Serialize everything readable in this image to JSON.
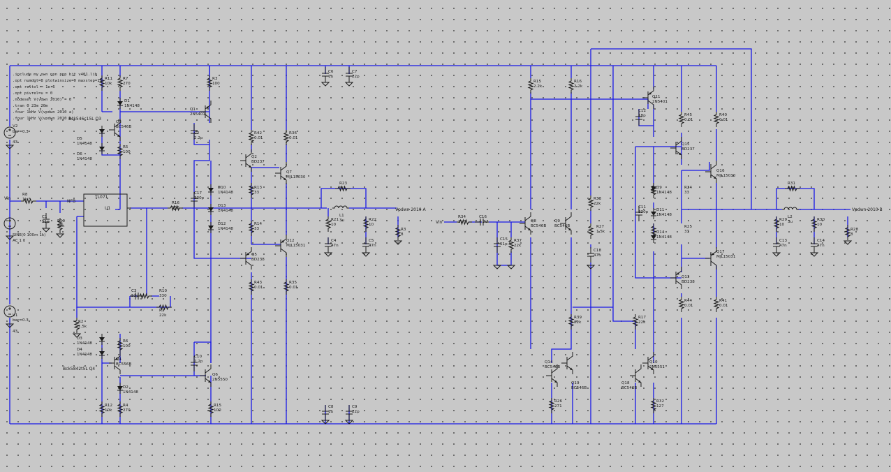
{
  "colors": {
    "background": "#c8c8c8",
    "grid_dot": "#555555",
    "wire": "#1818e6",
    "component": "#1a1a1a"
  },
  "directives": [
    ".include my own npn pnp bjt v401.lib",
    ".opt numdgt=8 plotwinsize=0 maxstep=1u",
    ".opt reltol = 1e-6",
    ".opt pivrel=u = 0",
    ".nodeset V(vdwn 2010) = 0",
    ".tran 0 23m 20m",
    ".four 1kHz V(vpdwn 2010 a)",
    ".four 1kHz V(vpdwn 2010 b)"
  ],
  "sources": {
    "v2": {
      "name": "V2",
      "value": "bar=0.3",
      "extra": "43"
    },
    "v1": {
      "name": "V1",
      "value": "bar=0.3",
      "extra": "43"
    },
    "v3": {
      "name": "V3",
      "value": "SINE(0 100m 1k)",
      "ac": "AC 1 0"
    }
  },
  "net_labels": {
    "vin_left": "Vin",
    "vin_right": "Vin",
    "out_a": "Vpdwn 2010 A",
    "out_b": "Vpdwn 2010 B",
    "nfb": "NFB",
    "bias_top": "Bck546c15L Q3",
    "bias_bot": "Bck5842t5L Q4"
  },
  "opamp": {
    "name": "U1",
    "model": "TL071"
  },
  "components": [
    {
      "id": "r11",
      "name": "R11",
      "value": "10k"
    },
    {
      "id": "r7",
      "name": "R7",
      "value": "270"
    },
    {
      "id": "d1",
      "name": "D1",
      "value": "1N4148"
    },
    {
      "id": "q3",
      "name": "Q3",
      "value": "BC546B"
    },
    {
      "id": "d5",
      "name": "D5",
      "value": "1N4148"
    },
    {
      "id": "d6",
      "name": "D6",
      "value": "1N4148"
    },
    {
      "id": "r5",
      "name": "R5",
      "value": "100"
    },
    {
      "id": "r3",
      "name": "R3",
      "value": "100"
    },
    {
      "id": "q1",
      "name": "Q1",
      "value": "2N5401"
    },
    {
      "id": "c2",
      "name": "C2",
      "value": "2.2p"
    },
    {
      "id": "r42",
      "name": "R42",
      "value": "0.01"
    },
    {
      "id": "r36",
      "name": "R36",
      "value": "0.01"
    },
    {
      "id": "q2",
      "name": "Q2",
      "value": "BD237"
    },
    {
      "id": "q7",
      "name": "Q7",
      "value": "MJL15030"
    },
    {
      "id": "c17",
      "name": "C17",
      "value": "330p"
    },
    {
      "id": "d10",
      "name": "D10",
      "value": "1N4148"
    },
    {
      "id": "d13",
      "name": "D13",
      "value": "1N4148"
    },
    {
      "id": "d12",
      "name": "D12",
      "value": "1N4148"
    },
    {
      "id": "r13",
      "name": "R13",
      "value": "33"
    },
    {
      "id": "r14",
      "name": "R14",
      "value": "33"
    },
    {
      "id": "q12",
      "name": "Q12",
      "value": "MJL15031"
    },
    {
      "id": "q5",
      "name": "Q5",
      "value": "BD238"
    },
    {
      "id": "r43",
      "name": "R43",
      "value": "0.01"
    },
    {
      "id": "r35",
      "name": "R35",
      "value": "0.01"
    },
    {
      "id": "c6",
      "name": "C6",
      "value": "1u"
    },
    {
      "id": "c7",
      "name": "C7",
      "value": "22p"
    },
    {
      "id": "r8",
      "name": "R8",
      "value": "1k"
    },
    {
      "id": "c1",
      "name": "C1",
      "value": "51p"
    },
    {
      "id": "r20",
      "name": "R20",
      "value": "47k"
    },
    {
      "id": "r16",
      "name": "R16",
      "value": "150"
    },
    {
      "id": "c3",
      "name": "C3",
      "value": "51p"
    },
    {
      "id": "r10",
      "name": "R10",
      "value": "330"
    },
    {
      "id": "r1",
      "name": "R1",
      "value": "22k"
    },
    {
      "id": "r2",
      "name": "R2",
      "value": "1.5k"
    },
    {
      "id": "d3",
      "name": "D3",
      "value": "1N4148"
    },
    {
      "id": "d4",
      "name": "D4",
      "value": "1N4148"
    },
    {
      "id": "r6",
      "name": "R6",
      "value": "100"
    },
    {
      "id": "q4",
      "name": "Q4",
      "value": "BC556B"
    },
    {
      "id": "d2",
      "name": "D2",
      "value": "1N4148"
    },
    {
      "id": "r12",
      "name": "R12",
      "value": "10k"
    },
    {
      "id": "r4",
      "name": "R4",
      "value": "270"
    },
    {
      "id": "c10",
      "name": "C10",
      "value": "2.2p"
    },
    {
      "id": "q6",
      "name": "Q6",
      "value": "2N5550"
    },
    {
      "id": "r15",
      "name": "R15",
      "value": "100"
    },
    {
      "id": "c8",
      "name": "C8",
      "value": "1u"
    },
    {
      "id": "c9",
      "name": "C9",
      "value": "22p"
    },
    {
      "id": "r23",
      "name": "R23",
      "value": "3.3"
    },
    {
      "id": "l1",
      "name": "L1",
      "value": "3u"
    },
    {
      "id": "r21",
      "name": "R21",
      "value": "10"
    },
    {
      "id": "r22",
      "name": "R22",
      "value": "10"
    },
    {
      "id": "r3b",
      "name": "R3",
      "value": "8"
    },
    {
      "id": "c4",
      "name": "C4",
      "value": "47n"
    },
    {
      "id": "c5",
      "name": "C5",
      "value": "47n"
    },
    {
      "id": "r34",
      "name": "R34",
      "value": "1k"
    },
    {
      "id": "c16",
      "name": "C16",
      "value": "4.7u"
    },
    {
      "id": "c15",
      "name": "C15",
      "value": "51p"
    },
    {
      "id": "r37",
      "name": "R37",
      "value": "22k"
    },
    {
      "id": "r15b",
      "name": "R15",
      "value": "2.2k"
    },
    {
      "id": "r16b",
      "name": "R16",
      "value": "2.2k"
    },
    {
      "id": "q8",
      "name": "Q8",
      "value": "BC546B"
    },
    {
      "id": "q9",
      "name": "Q9",
      "value": "BC546B"
    },
    {
      "id": "r33",
      "name": "R33",
      "value": "22k"
    },
    {
      "id": "r27",
      "name": "R27",
      "value": "1.5k"
    },
    {
      "id": "c18",
      "name": "C18",
      "value": "47u"
    },
    {
      "id": "q11",
      "name": "Q11",
      "value": "2N5401"
    },
    {
      "id": "c12",
      "name": "C12",
      "value": "18p"
    },
    {
      "id": "r45",
      "name": "R45",
      "value": "0.01"
    },
    {
      "id": "r40",
      "name": "R40",
      "value": "0.01"
    },
    {
      "id": "q15",
      "name": "Q15",
      "value": "BD237"
    },
    {
      "id": "q16",
      "name": "Q16",
      "value": "MJL15030"
    },
    {
      "id": "c11",
      "name": "C11",
      "value": "330p"
    },
    {
      "id": "d9",
      "name": "D9",
      "value": "1N4148"
    },
    {
      "id": "d11",
      "name": "D11",
      "value": "1N4148"
    },
    {
      "id": "d14",
      "name": "D14",
      "value": "1N4148"
    },
    {
      "id": "r24",
      "name": "R24",
      "value": "33"
    },
    {
      "id": "r25",
      "name": "R25",
      "value": "33"
    },
    {
      "id": "q17",
      "name": "Q17",
      "value": "MJL15031"
    },
    {
      "id": "q13",
      "name": "Q13",
      "value": "BD238"
    },
    {
      "id": "r44",
      "name": "R44",
      "value": "0.01"
    },
    {
      "id": "r41",
      "name": "R41",
      "value": "0.01"
    },
    {
      "id": "r31",
      "name": "R31",
      "value": "3.3"
    },
    {
      "id": "l2",
      "name": "L2",
      "value": "3u"
    },
    {
      "id": "r29",
      "name": "R29",
      "value": "10"
    },
    {
      "id": "r30",
      "name": "R30",
      "value": "10"
    },
    {
      "id": "r28",
      "name": "R28",
      "value": "8"
    },
    {
      "id": "c13",
      "name": "C13",
      "value": "47n"
    },
    {
      "id": "c14",
      "name": "C14",
      "value": "47n"
    },
    {
      "id": "r39",
      "name": "R39",
      "value": "82k"
    },
    {
      "id": "r17",
      "name": "R17",
      "value": "22k"
    },
    {
      "id": "q14",
      "name": "Q14",
      "value": "BC546B"
    },
    {
      "id": "q19",
      "name": "Q19",
      "value": "BC546B"
    },
    {
      "id": "q10",
      "name": "Q10",
      "value": "2N5551"
    },
    {
      "id": "q18",
      "name": "Q18",
      "value": "BC546B"
    },
    {
      "id": "r26",
      "name": "R26",
      "value": "271"
    },
    {
      "id": "r32",
      "name": "R32",
      "value": "127"
    }
  ]
}
